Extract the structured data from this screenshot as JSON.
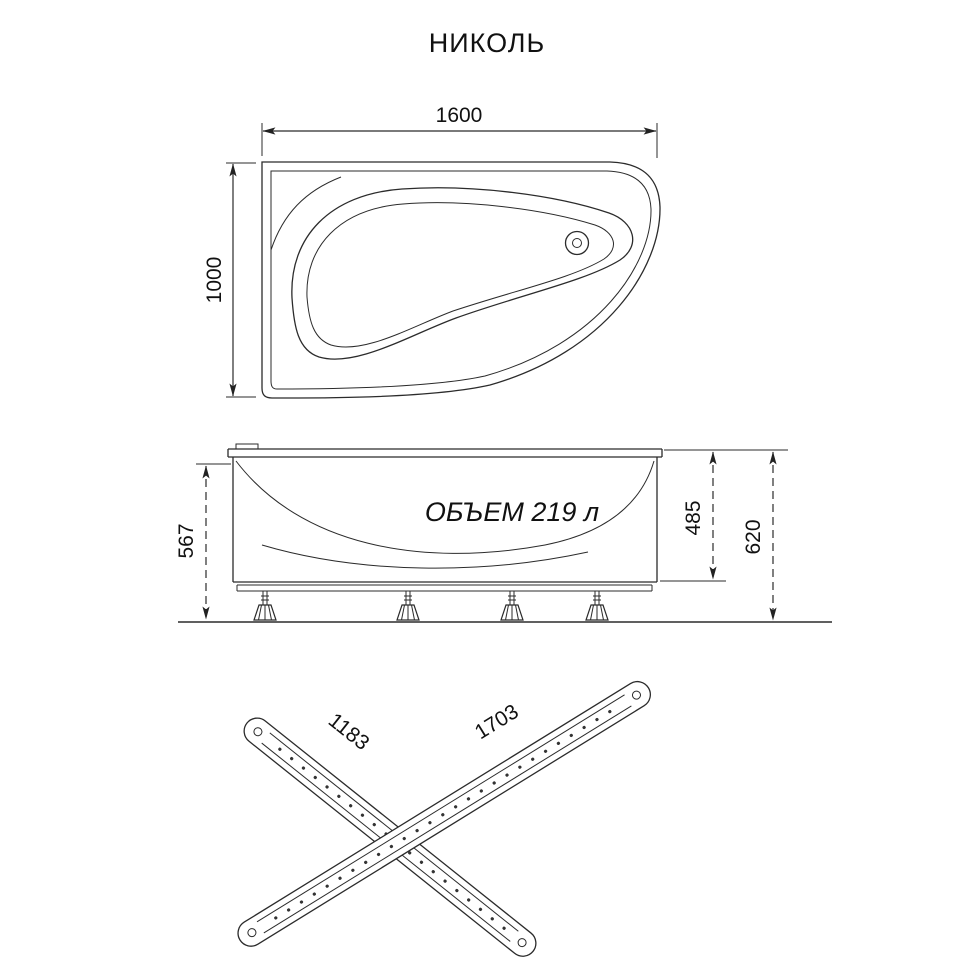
{
  "title": "НИКОЛЬ",
  "top_view": {
    "width_label": "1600",
    "depth_label": "1000"
  },
  "side_view": {
    "volume_label": "ОБЪЕМ 219 л",
    "front_height_label": "567",
    "body_height_label": "485",
    "total_height_label": "620"
  },
  "rails": {
    "short_rail_length_label": "1183",
    "long_rail_length_label": "1703"
  },
  "colors": {
    "line": "#2b2b2b",
    "text": "#111111",
    "background": "#ffffff"
  }
}
